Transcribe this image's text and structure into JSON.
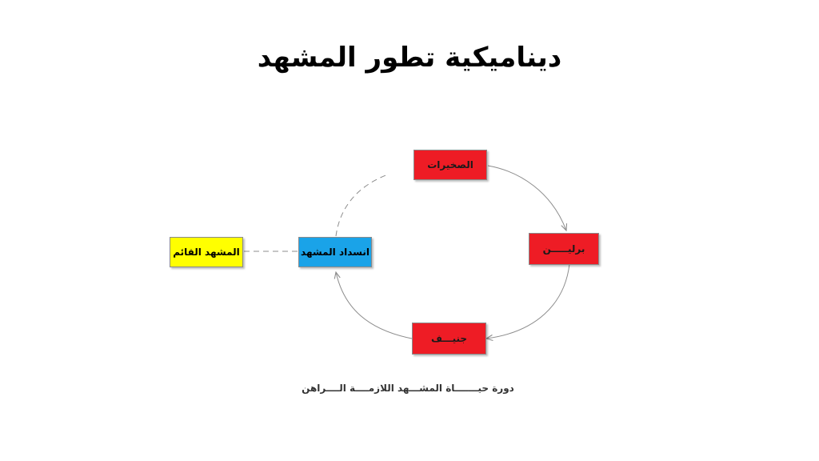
{
  "title": "ديناميكية تطور المشهد",
  "nodes": {
    "rocks": "الصخيرات",
    "berlin": "برليـــــن",
    "geneva": "جنيـــف",
    "impasse": "انسداد المشهد",
    "current": "المشهد القائم"
  },
  "caption": "دورة حيـــــــاة المشـــهد اللازمــــة الــــراهن",
  "colors": {
    "red": "#ee1c25",
    "blue": "#1aa3e8",
    "yellow": "#ffff00",
    "edge": "#8c8c8c"
  }
}
